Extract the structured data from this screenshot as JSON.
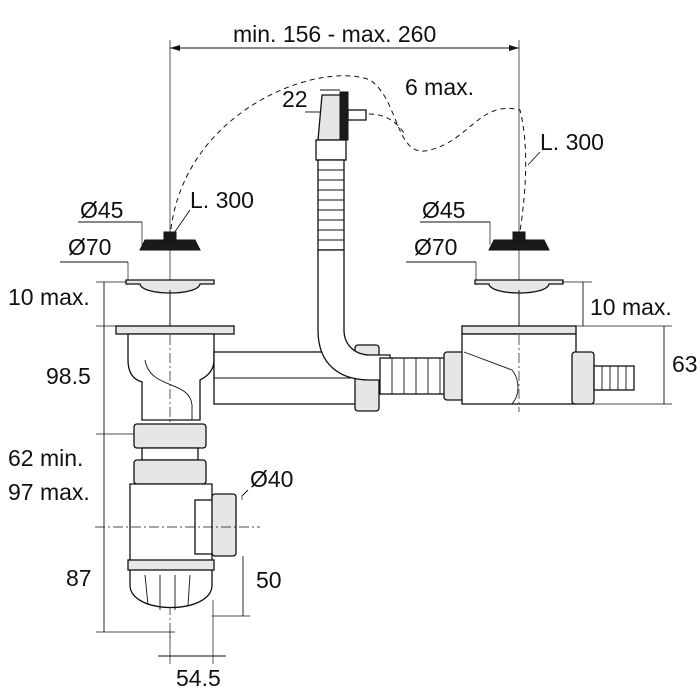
{
  "labels": {
    "overall_span": "min. 156 - max. 260",
    "overflow_width": "22",
    "overflow_gap": "6 max.",
    "chain_right": "L. 300",
    "chain_left": "L. 300",
    "plug_left": "Ø45",
    "grid_left": "Ø70",
    "plug_right": "Ø45",
    "grid_right": "Ø70",
    "height_left": "10 max.",
    "height_right": "10 max.",
    "body_height": "98.5",
    "box_height": "63",
    "adjust_min": "62 min.",
    "adjust_max": "97 max.",
    "outlet_diameter": "Ø40",
    "trap_height": "87",
    "outlet_height": "50",
    "outlet_offset": "54.5"
  },
  "colors": {
    "line": "#111111",
    "part_fill": "#e6e6e6",
    "plug": "#1a1a1a"
  }
}
